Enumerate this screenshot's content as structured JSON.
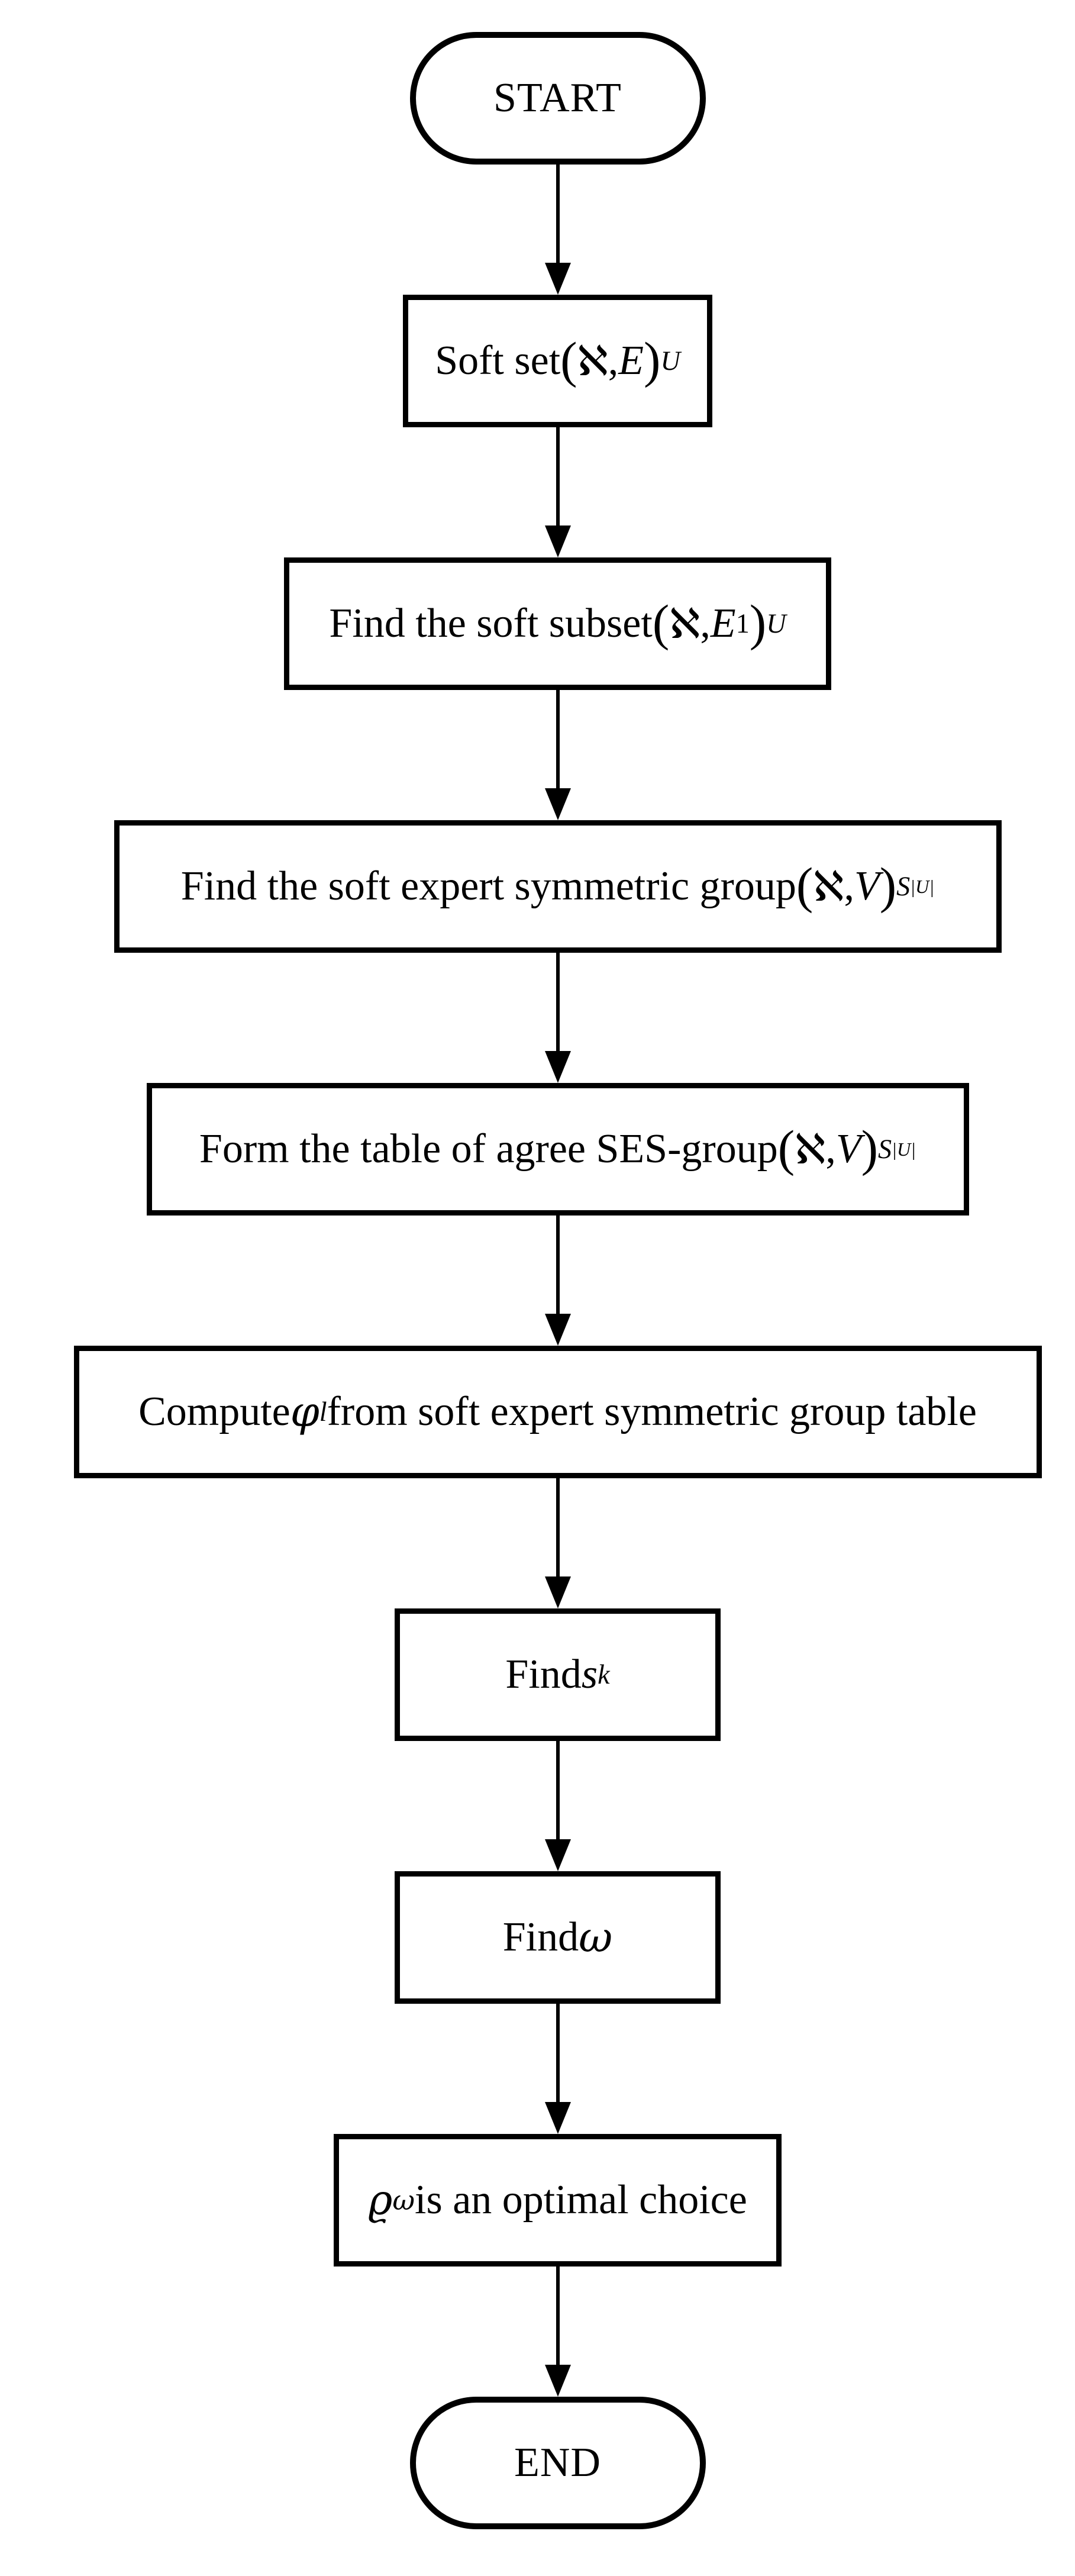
{
  "flowchart": {
    "colors": {
      "background": "#ffffff",
      "stroke": "#000000",
      "text": "#000000"
    },
    "nodes": [
      {
        "id": "start",
        "type": "terminator",
        "label": "START"
      },
      {
        "id": "soft-set",
        "type": "process",
        "plain": "Soft set (ℵ, E)_U",
        "runs": [
          {
            "t": "Soft set "
          },
          {
            "t": "(",
            "script": "paren"
          },
          {
            "t": "ℵ"
          },
          {
            "t": ", "
          },
          {
            "t": "E",
            "style": "italic"
          },
          {
            "t": ")",
            "script": "paren"
          },
          {
            "t": "U",
            "style": "italic",
            "script": "sub"
          }
        ]
      },
      {
        "id": "find-soft-subset",
        "type": "process",
        "plain": "Find the soft subset (ℵ, E1)_U",
        "runs": [
          {
            "t": "Find the soft subset "
          },
          {
            "t": "(",
            "script": "paren"
          },
          {
            "t": "ℵ"
          },
          {
            "t": ", "
          },
          {
            "t": "E",
            "style": "italic"
          },
          {
            "t": "1",
            "script": "sub"
          },
          {
            "t": ")",
            "script": "paren"
          },
          {
            "t": "U",
            "style": "italic",
            "script": "sub"
          }
        ]
      },
      {
        "id": "find-ses-group",
        "type": "process",
        "plain": "Find the soft expert symmetric group (ℵ, V)_S|U|",
        "runs": [
          {
            "t": "Find the soft expert symmetric group "
          },
          {
            "t": "(",
            "script": "paren"
          },
          {
            "t": "ℵ"
          },
          {
            "t": ", "
          },
          {
            "t": "V",
            "style": "italic"
          },
          {
            "t": ")",
            "script": "paren"
          },
          {
            "t": "S",
            "style": "italic",
            "script": "sub"
          },
          {
            "t": "|U|",
            "style": "italic",
            "script": "subsub"
          }
        ]
      },
      {
        "id": "form-agree-table",
        "type": "process",
        "plain": "Form the table of agree SES-group (ℵ, V)_S|U|",
        "runs": [
          {
            "t": "Form the table of agree SES-group "
          },
          {
            "t": "(",
            "script": "paren"
          },
          {
            "t": "ℵ"
          },
          {
            "t": ", "
          },
          {
            "t": "V",
            "style": "italic"
          },
          {
            "t": ")",
            "script": "paren"
          },
          {
            "t": "S",
            "style": "italic",
            "script": "sub"
          },
          {
            "t": "|U|",
            "style": "italic",
            "script": "subsub"
          }
        ]
      },
      {
        "id": "compute-phi",
        "type": "process",
        "plain": "Compute φl from soft expert symmetric group table",
        "runs": [
          {
            "t": "Compute "
          },
          {
            "t": "φ",
            "style": "italic"
          },
          {
            "t": "l",
            "style": "italic",
            "script": "sub"
          },
          {
            "t": " from soft expert symmetric group table"
          }
        ]
      },
      {
        "id": "find-sk",
        "type": "process",
        "plain": "Find sk",
        "runs": [
          {
            "t": "Find "
          },
          {
            "t": "s",
            "style": "italic"
          },
          {
            "t": "k",
            "style": "italic",
            "script": "sub"
          }
        ]
      },
      {
        "id": "find-omega",
        "type": "process",
        "plain": "Find ω",
        "runs": [
          {
            "t": "Find "
          },
          {
            "t": "ω",
            "style": "italic"
          }
        ]
      },
      {
        "id": "optimal-choice",
        "type": "process",
        "plain": "ϱω is an optimal choice",
        "runs": [
          {
            "t": "ϱ",
            "style": "italic"
          },
          {
            "t": "ω",
            "style": "italic",
            "script": "sub"
          },
          {
            "t": " is an optimal choice"
          }
        ]
      },
      {
        "id": "end",
        "type": "terminator",
        "label": "END"
      }
    ],
    "edges": [
      {
        "from": "start",
        "to": "soft-set"
      },
      {
        "from": "soft-set",
        "to": "find-soft-subset"
      },
      {
        "from": "find-soft-subset",
        "to": "find-ses-group"
      },
      {
        "from": "find-ses-group",
        "to": "form-agree-table"
      },
      {
        "from": "form-agree-table",
        "to": "compute-phi"
      },
      {
        "from": "compute-phi",
        "to": "find-sk"
      },
      {
        "from": "find-sk",
        "to": "find-omega"
      },
      {
        "from": "find-omega",
        "to": "optimal-choice"
      },
      {
        "from": "optimal-choice",
        "to": "end"
      }
    ]
  }
}
